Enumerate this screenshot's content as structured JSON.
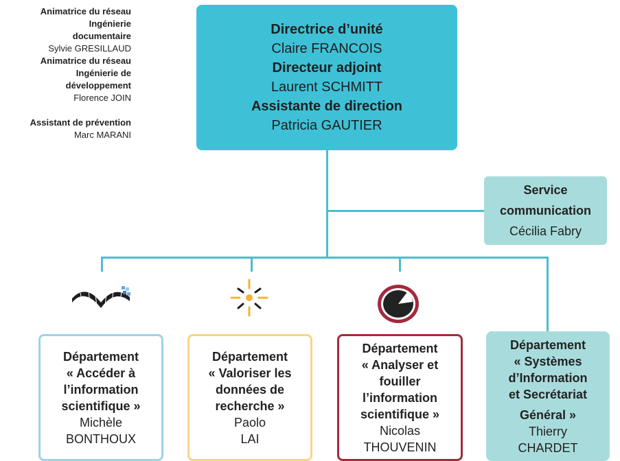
{
  "sidebar": {
    "role1": "Animatrice du réseau",
    "role1b": "Ingénierie",
    "role1c": "documentaire",
    "person1": "Sylvie GRESILLAUD",
    "role2": "Animatrice du réseau",
    "role2b": "Ingénierie de",
    "role2c": "développement",
    "person2": "Florence JOIN",
    "role3": "Assistant de prévention",
    "person3": "Marc MARANI"
  },
  "director_box": {
    "title1": "Directrice d’unité",
    "name1": "Claire FRANCOIS",
    "title2": "Directeur adjoint",
    "name2": "Laurent SCHMITT",
    "title3": "Assistante de direction",
    "name3": "Patricia GAUTIER"
  },
  "service": {
    "title1": "Service",
    "title2": "communication",
    "name": "Cécilia Fabry"
  },
  "departments": [
    {
      "lines": [
        "Département",
        "« Accéder à",
        "l’information",
        "scientifique »"
      ],
      "name1": "Michèle",
      "name2": "BONTHOUX",
      "icon": "grid-wave-icon"
    },
    {
      "lines": [
        "Département",
        "« Valoriser les",
        "données de",
        "recherche »"
      ],
      "name1": "Paolo",
      "name2": "LAI",
      "icon": "sun-burst-icon"
    },
    {
      "lines": [
        "Département",
        "« Analyser et",
        "fouiller",
        "l’information",
        "scientifique »"
      ],
      "name1": "Nicolas",
      "name2": "THOUVENIN",
      "icon": "pie-circle-icon"
    },
    {
      "lines": [
        "Département",
        "« Systèmes",
        "d’Information",
        "et Secrétariat",
        "Général »"
      ],
      "name1": "Thierry",
      "name2": "CHARDET",
      "icon": ""
    }
  ],
  "colors": {
    "director_bg": "#3ec1d7",
    "service_bg": "#a8dcdc",
    "connector": "#4cbcd1",
    "dept1_border": "#9ed2e8",
    "dept2_border": "#f7d58a",
    "dept3_border": "#a5293d"
  }
}
